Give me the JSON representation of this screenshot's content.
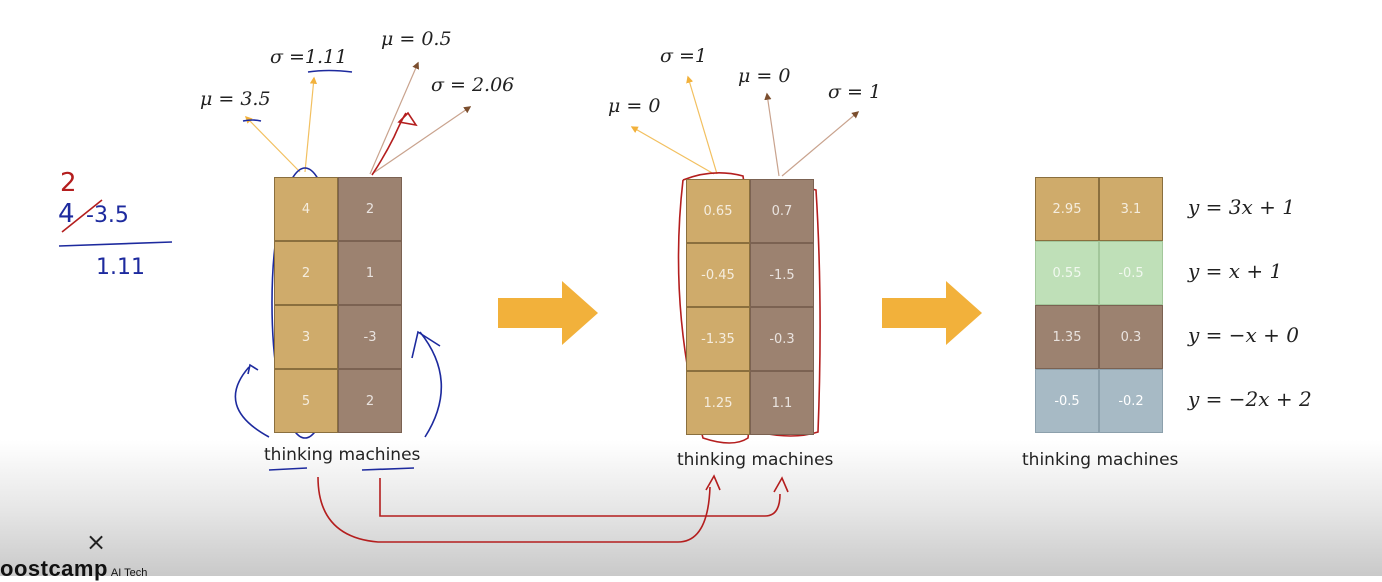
{
  "panel1": {
    "labels": {
      "mu_left": "μ = 3.5",
      "sigma_left": "σ =1.11",
      "mu_right": "μ = 0.5",
      "sigma_right": "σ = 2.06"
    },
    "col1": [
      "4",
      "2",
      "3",
      "5"
    ],
    "col2": [
      "2",
      "1",
      "-3",
      "2"
    ],
    "caption": "thinking machines"
  },
  "panel2": {
    "labels": {
      "mu_left": "μ = 0",
      "sigma_left": "σ =1",
      "mu_right": "μ = 0",
      "sigma_right": "σ = 1"
    },
    "col1": [
      "0.65",
      "-0.45",
      "-1.35",
      "1.25"
    ],
    "col2": [
      "0.7",
      "-1.5",
      "-0.3",
      "1.1"
    ],
    "caption": "thinking machines"
  },
  "panel3": {
    "rows": [
      {
        "a": "2.95",
        "b": "3.1",
        "color": "gold",
        "equation": "y  = 3x + 1"
      },
      {
        "a": "0.55",
        "b": "-0.5",
        "color": "green",
        "equation": "y  = x + 1"
      },
      {
        "a": "1.35",
        "b": "0.3",
        "color": "brown",
        "equation": "y  = −x + 0"
      },
      {
        "a": "-0.5",
        "b": "-0.2",
        "color": "blue",
        "equation": "y  = −2x + 2"
      }
    ],
    "caption": "thinking machines"
  },
  "handwriting": {
    "numerator_top": "2",
    "numerator_crossed": "4",
    "numerator_rest": "-3.5",
    "denominator": "1.11"
  },
  "colors": {
    "gold": "#cfab6b",
    "brown": "#9c8270",
    "green": "#bfe0b8",
    "blue": "#a7bac5",
    "arrow": "#f2b13b",
    "pen_blue": "#1d2a9e",
    "pen_red": "#b41e1e"
  },
  "footer": {
    "logo_main": "oostcamp",
    "logo_sub": "AI Tech",
    "close_glyph": "×"
  }
}
